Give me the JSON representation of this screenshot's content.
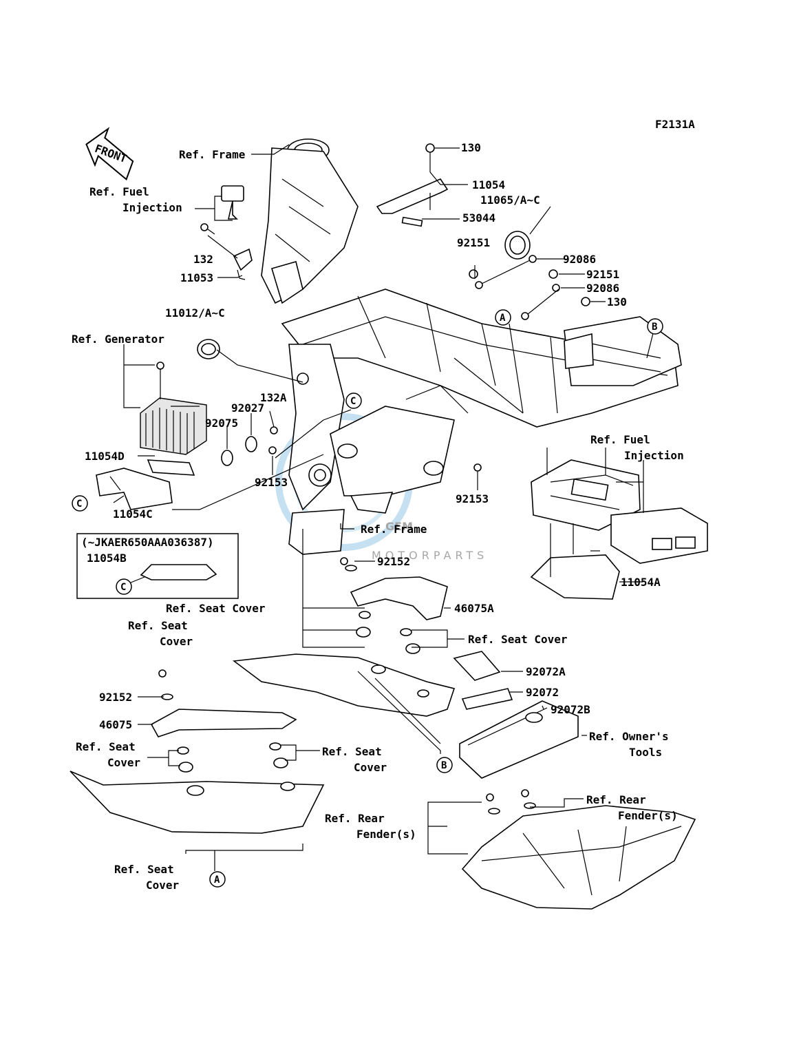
{
  "diagram_code": "F2131A",
  "front_label": "FRONT",
  "watermark": {
    "brand": "GEM",
    "sub": "MOTORPARTS"
  },
  "labels": {
    "ref_frame_top": "Ref. Frame",
    "ref_fuel_inj_1a": "Ref. Fuel",
    "ref_fuel_inj_1b": "Injection",
    "p130_top": "130",
    "p11054": "11054",
    "p11065": "11065/A~C",
    "p53044": "53044",
    "p92151_a": "92151",
    "p92086_a": "92086",
    "p92151_b": "92151",
    "p92086_b": "92086",
    "p130_b": "130",
    "p132": "132",
    "p11053": "11053",
    "p11012": "11012/A~C",
    "ref_generator": "Ref. Generator",
    "p132A": "132A",
    "p92027": "92027",
    "p92075": "92075",
    "p11054D": "11054D",
    "p92153_a": "92153",
    "p11054C": "11054C",
    "ref_fuel_inj_2a": "Ref. Fuel",
    "ref_fuel_inj_2b": "Injection",
    "p92153_b": "92153",
    "ref_frame_mid": "Ref. Frame",
    "box_note": "(~JKAER650AAA036387)",
    "p11054B": "11054B",
    "p92152_a": "92152",
    "p11054A": "11054A",
    "ref_seat_cover_1": "Ref. Seat Cover",
    "p46075A": "46075A",
    "ref_seat_cover_2": "Ref. Seat Cover",
    "ref_seat_cover_3a": "Ref. Seat",
    "ref_seat_cover_3b": "Cover",
    "p92072A": "92072A",
    "p92072": "92072",
    "p92072B": "92072B",
    "p92152_b": "92152",
    "p46075": "46075",
    "ref_owners_tools_a": "Ref. Owner's",
    "ref_owners_tools_b": "Tools",
    "ref_seat_cover_4a": "Ref. Seat",
    "ref_seat_cover_4b": "Cover",
    "ref_seat_cover_5a": "Ref. Seat",
    "ref_seat_cover_5b": "Cover",
    "ref_rear_fender_1a": "Ref. Rear",
    "ref_rear_fender_1b": "Fender(s)",
    "ref_rear_fender_2a": "Ref. Rear",
    "ref_rear_fender_2b": "Fender(s)",
    "ref_seat_cover_6a": "Ref. Seat",
    "ref_seat_cover_6b": "Cover"
  },
  "circle_refs": {
    "a_top": "A",
    "b_top": "B",
    "c_frame": "C",
    "c_bracket": "C",
    "c_box": "C",
    "b_bottom": "B",
    "a_bottom": "A"
  }
}
